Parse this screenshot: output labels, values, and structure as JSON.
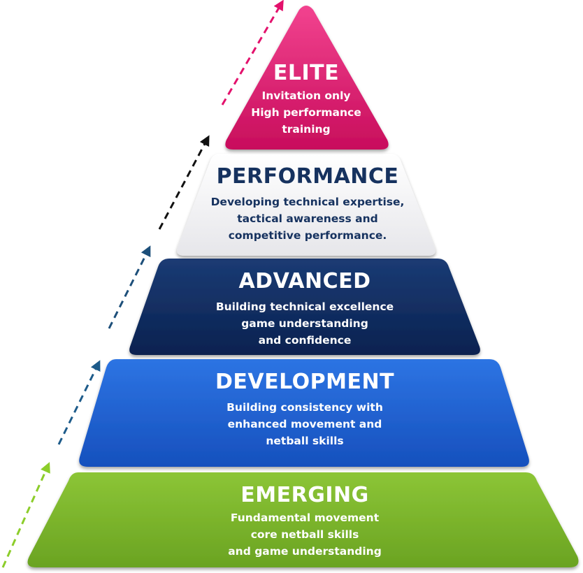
{
  "colors": {
    "elite": "#e3116c",
    "performance": "#f3f3f3",
    "advanced": "#0e2c5e",
    "development": "#1c5fd1",
    "emerging": "#7ab52a",
    "dark_text": "#16325f",
    "light_text": "#ffffff"
  },
  "tiers": [
    {
      "title": "ELITE",
      "lines": [
        "Invitation only",
        "High performance",
        "training"
      ]
    },
    {
      "title": "PERFORMANCE",
      "lines": [
        "Developing technical expertise,",
        "tactical awareness and",
        "competitive performance."
      ]
    },
    {
      "title": "ADVANCED",
      "lines": [
        "Building technical excellence",
        "game understanding",
        "and confidence"
      ]
    },
    {
      "title": "DEVELOPMENT",
      "lines": [
        "Building consistency with",
        "enhanced movement and",
        "netball skills"
      ]
    },
    {
      "title": "EMERGING",
      "lines": [
        "Fundamental movement",
        "core netball skills",
        "and game understanding"
      ]
    }
  ],
  "arrows": [
    {
      "name": "arrow-emerging",
      "color": "#8ccd2a"
    },
    {
      "name": "arrow-development",
      "color": "#1d5b8a"
    },
    {
      "name": "arrow-advanced",
      "color": "#1d4f7a"
    },
    {
      "name": "arrow-performance",
      "color": "#111111"
    },
    {
      "name": "arrow-elite",
      "color": "#e3116c"
    }
  ]
}
